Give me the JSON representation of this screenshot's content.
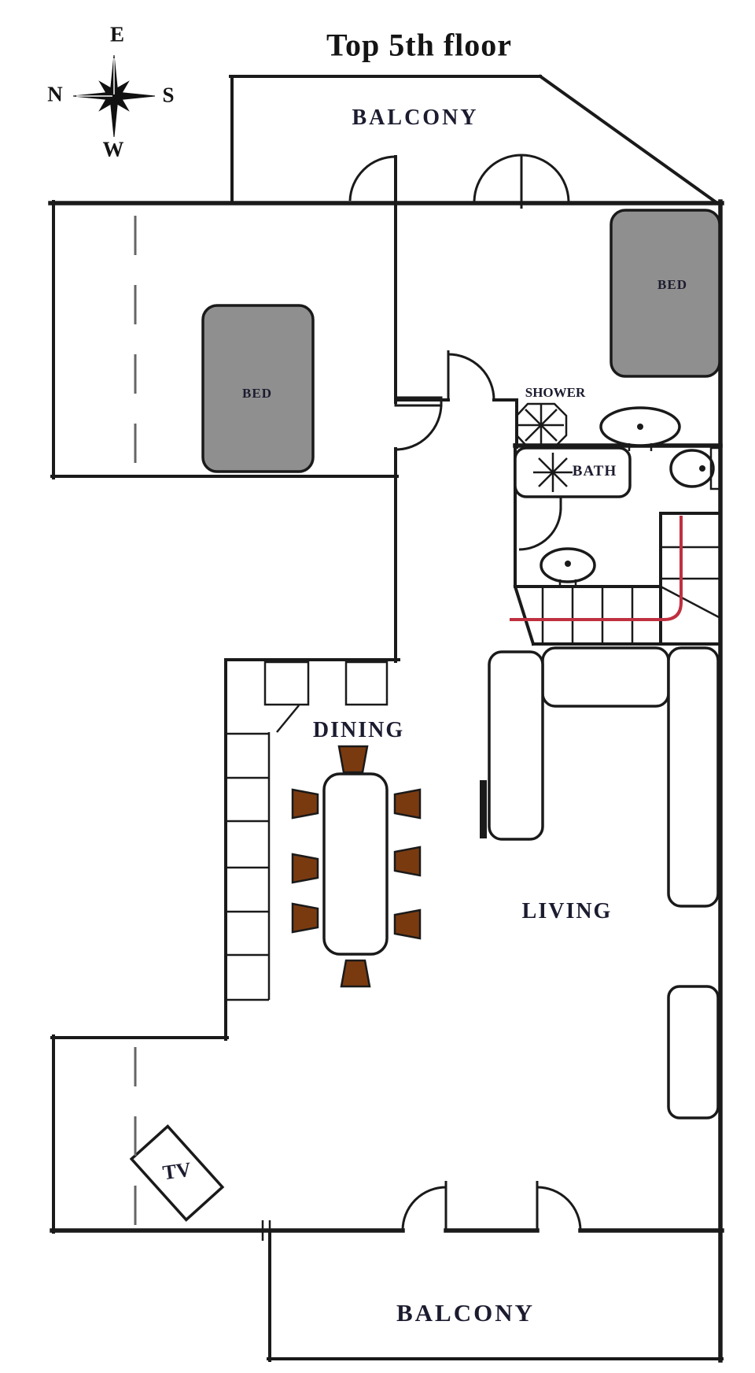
{
  "title": "Top 5th floor",
  "compass": {
    "top": "E",
    "left": "N",
    "right": "S",
    "bottom": "W"
  },
  "rooms": {
    "balcony_top": "BALCONY",
    "balcony_bottom": "BALCONY",
    "dining": "DINING",
    "living": "LIVING",
    "shower": "SHOWER",
    "bath": "BATH",
    "bed_left": "BED",
    "bed_right": "BED",
    "tv": "TV"
  },
  "colors": {
    "wall": "#1a1a1a",
    "bed_fill": "#8f8f8f",
    "chair_fill": "#7a3a10",
    "stair_rail": "#c03040",
    "label_text": "#1c1c30"
  }
}
